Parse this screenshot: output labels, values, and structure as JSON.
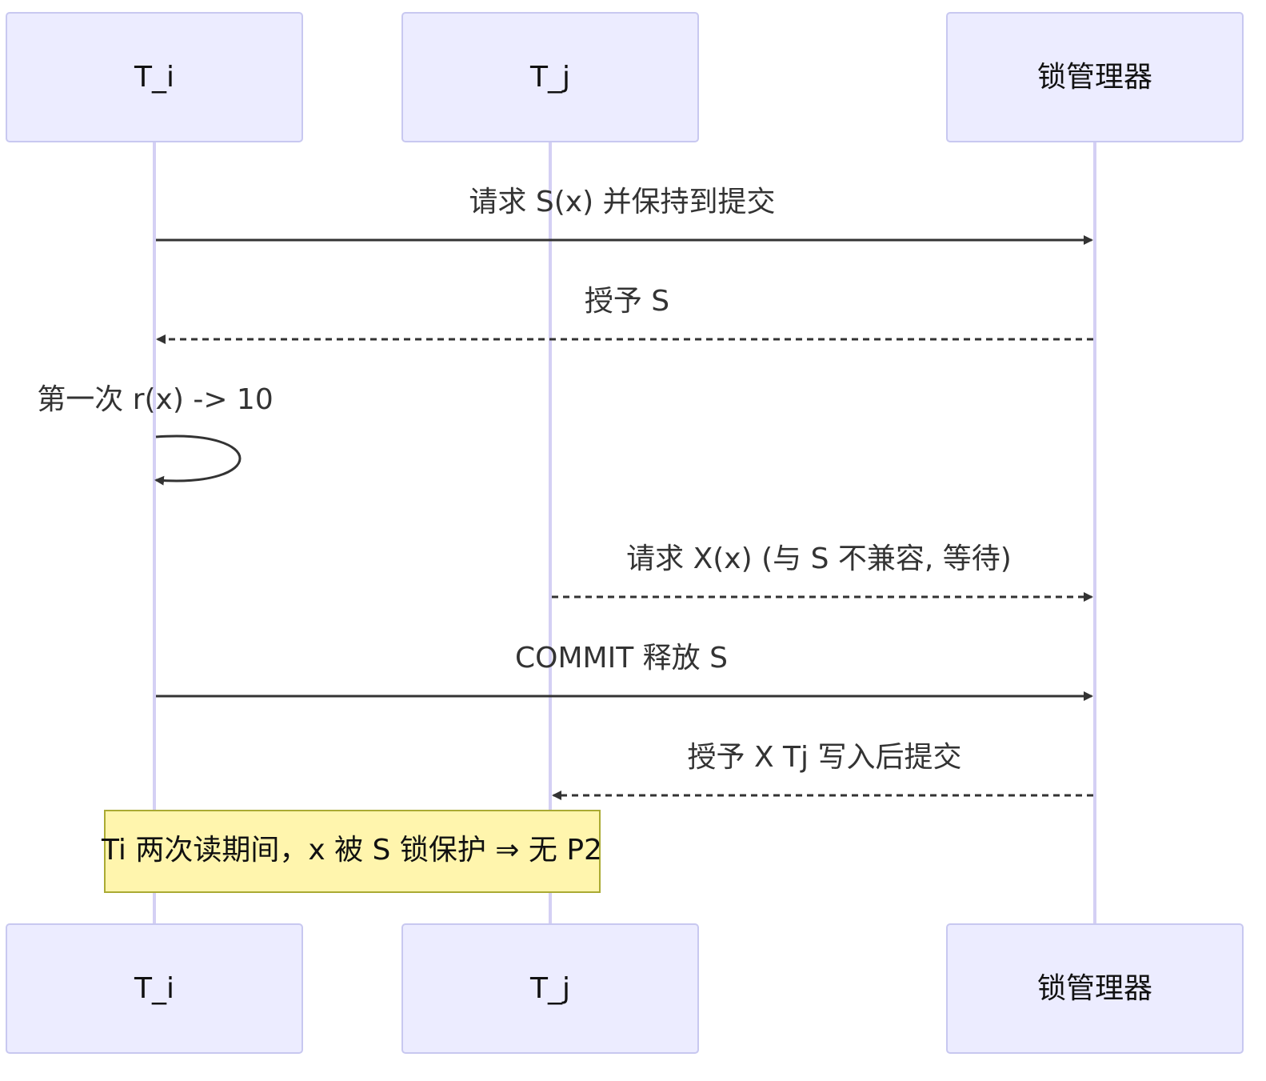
{
  "participants": [
    {
      "id": "ti",
      "label": "T_i"
    },
    {
      "id": "tj",
      "label": "T_j"
    },
    {
      "id": "lm",
      "label": "锁管理器"
    }
  ],
  "messages": [
    {
      "from": "ti",
      "to": "lm",
      "style": "solid",
      "label": "请求 S(x) 并保持到提交"
    },
    {
      "from": "lm",
      "to": "ti",
      "style": "dashed",
      "label": "授予 S"
    },
    {
      "from": "ti",
      "to": "ti",
      "style": "self",
      "label": "第一次 r(x) -> 10"
    },
    {
      "from": "tj",
      "to": "lm",
      "style": "dashed",
      "label": "请求 X(x) (与 S 不兼容, 等待)"
    },
    {
      "from": "ti",
      "to": "lm",
      "style": "solid",
      "label": "COMMIT 释放 S"
    },
    {
      "from": "lm",
      "to": "tj",
      "style": "dashed",
      "label": "授予 X Tj 写入后提交"
    }
  ],
  "note": {
    "over": [
      "ti",
      "tj"
    ],
    "text": "Ti 两次读期间，x 被 S 锁保护 ⇒ 无 P2"
  }
}
